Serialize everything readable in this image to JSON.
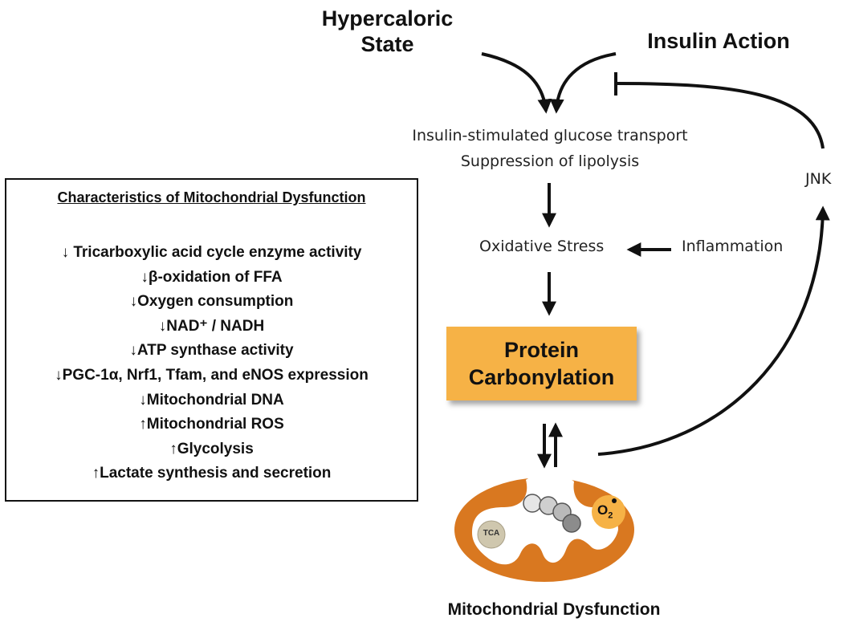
{
  "diagram": {
    "hypercaloric_line1": "Hypercaloric",
    "hypercaloric_line2": "State",
    "insulin_action": "Insulin Action",
    "insulin_stimulated": "Insulin-stimulated glucose transport",
    "suppression_lipolysis": "Suppression of lipolysis",
    "jnk": "JNK",
    "oxidative_stress": "Oxidative Stress",
    "inflammation": "Inflammation",
    "protein_line1": "Protein",
    "protein_line2": "Carbonylation",
    "tca": "TCA",
    "o2": "O",
    "o2_sub": "2",
    "mito_label": "Mitochondrial Dysfunction"
  },
  "characteristics": {
    "title": "Characteristics of Mitochondrial Dysfunction",
    "items": [
      "↓ Tricarboxylic acid cycle enzyme activity",
      "↓β-oxidation of FFA",
      "↓Oxygen consumption",
      "↓NAD⁺ / NADH",
      "↓ATP synthase activity",
      "↓PGC-1α, Nrf1, Tfam, and eNOS expression",
      "↓Mitochondrial DNA",
      "↑Mitochondrial ROS",
      "↑Glycolysis",
      "↑Lactate synthesis and secretion"
    ]
  },
  "colors": {
    "protein_box": "#f6b246",
    "mito_outer": "#d97820",
    "o2_circle": "#f6b246",
    "tca_circle": "#cfc7ae"
  }
}
